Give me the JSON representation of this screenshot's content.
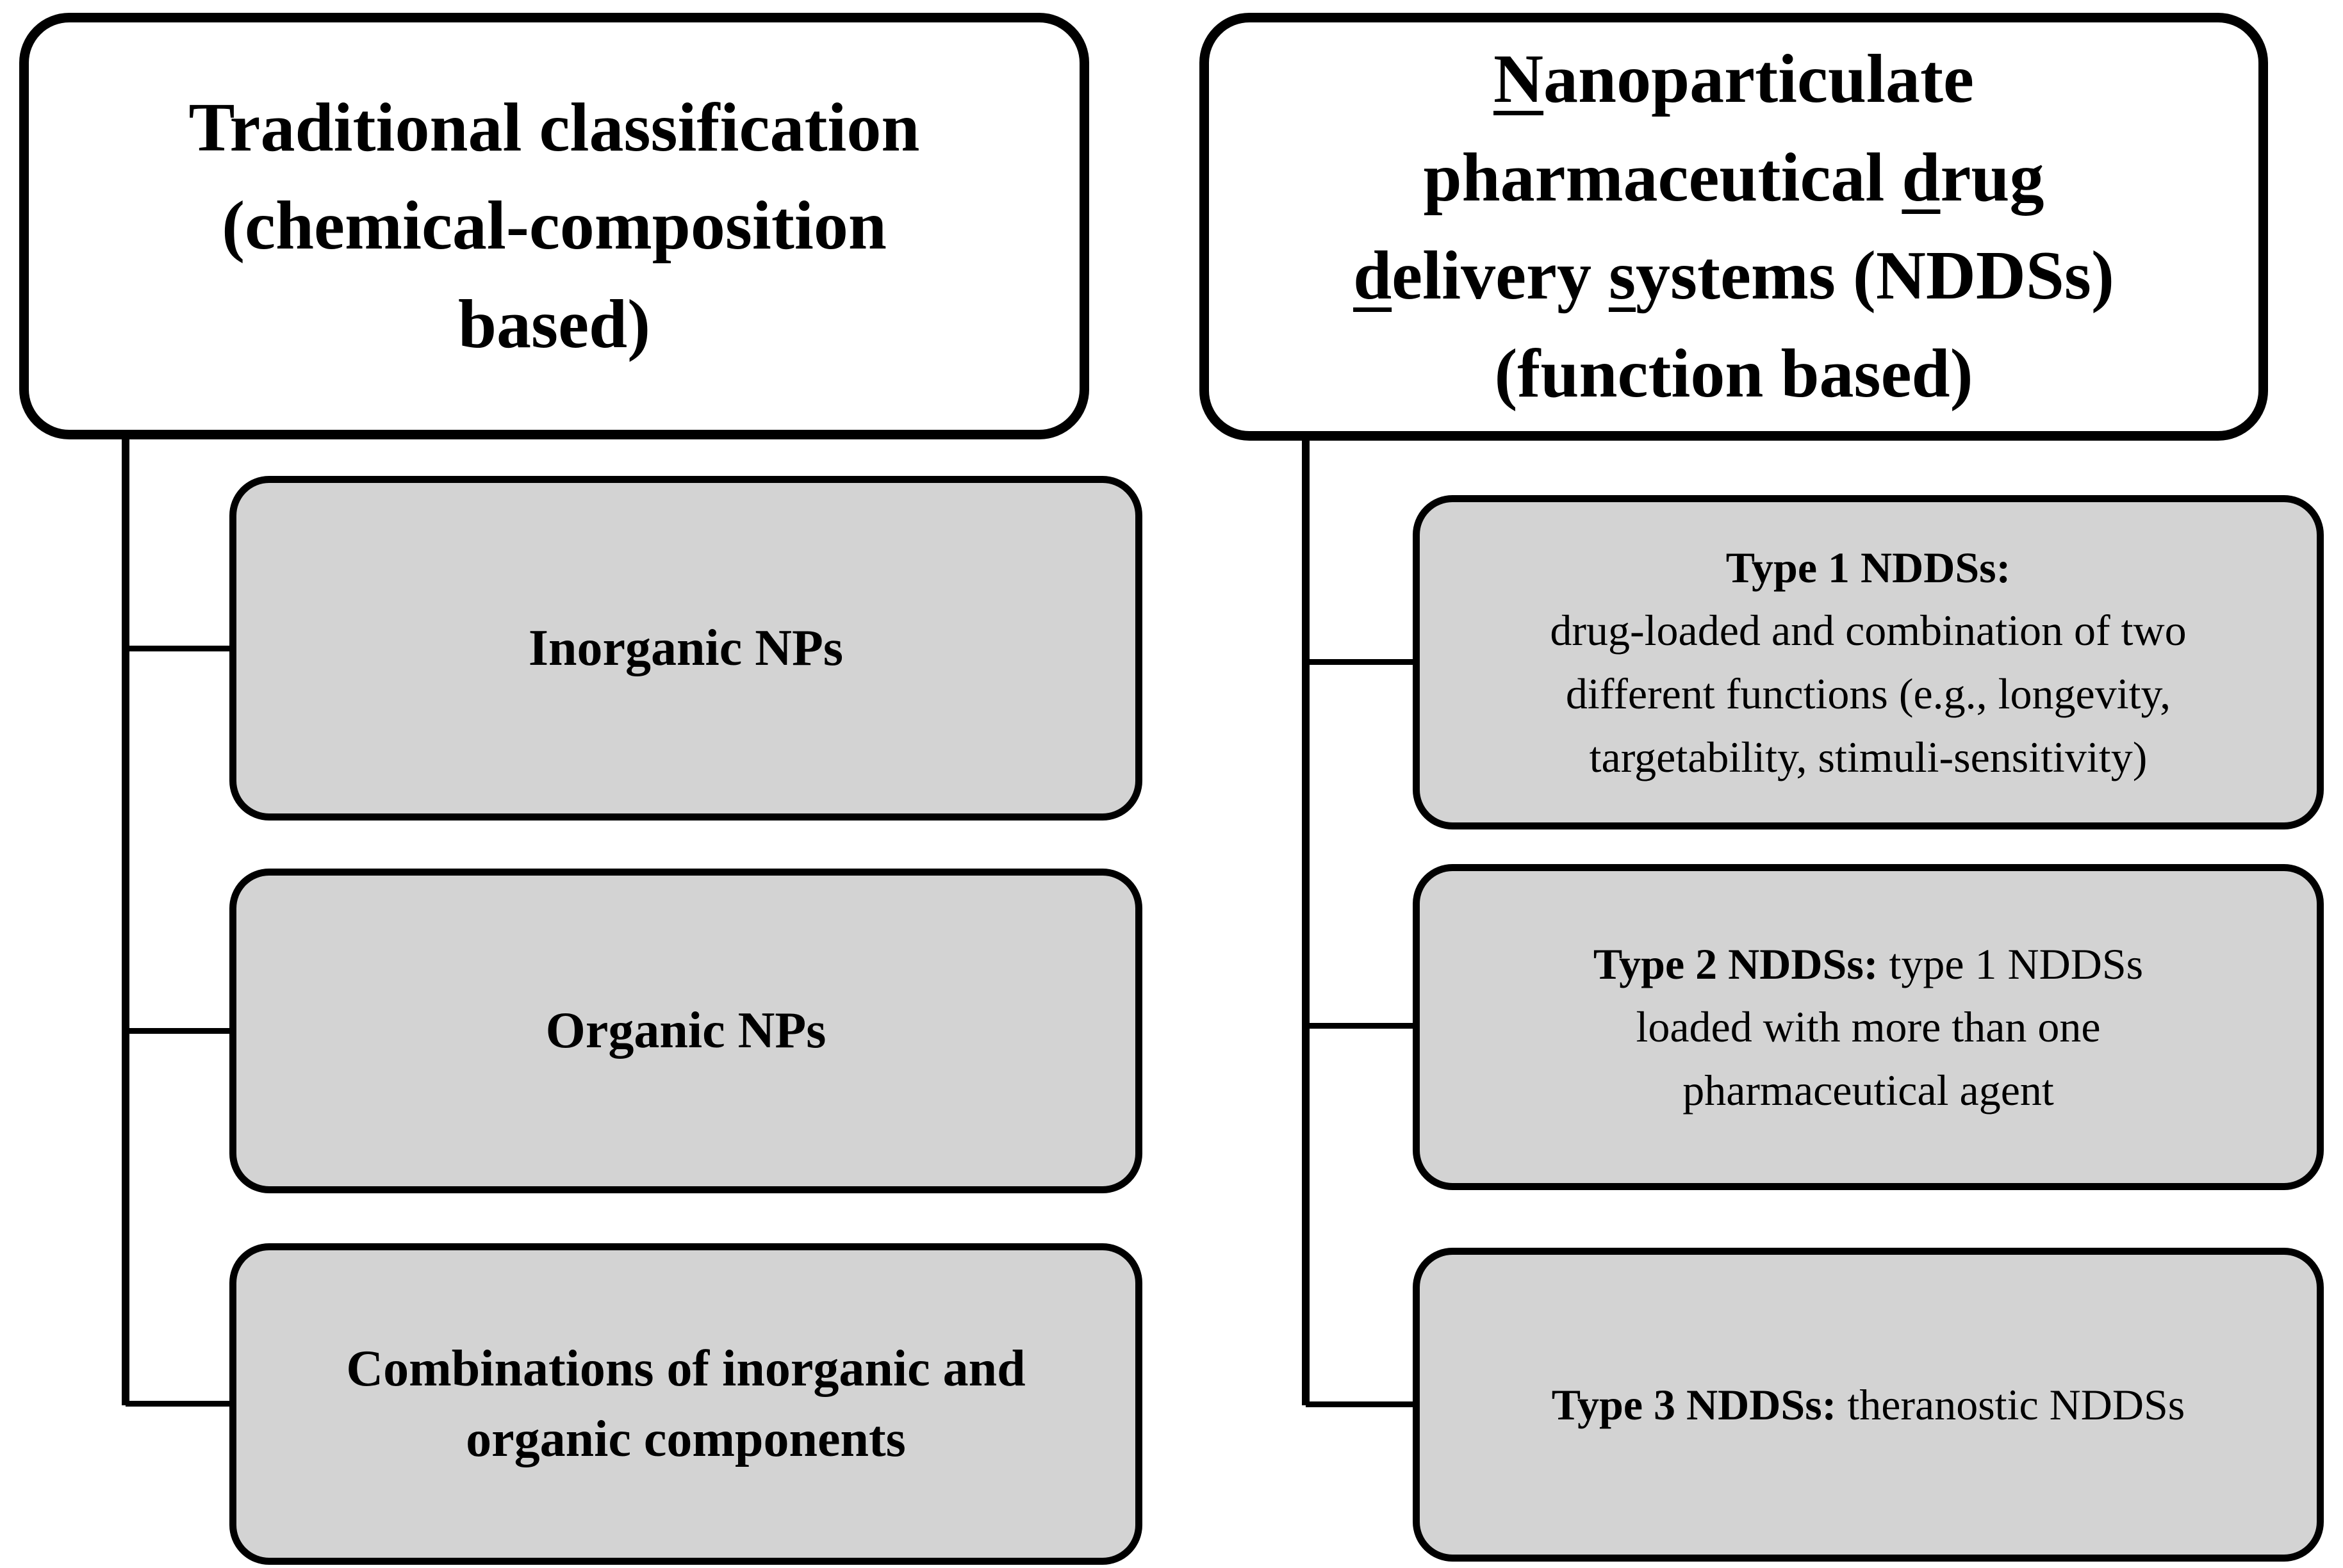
{
  "diagram": {
    "colors": {
      "box_border": "#000000",
      "header_fill": "#ffffff",
      "child_fill": "#d3d3d3",
      "background": "#ffffff",
      "text": "#000000"
    },
    "left_tree": {
      "header": {
        "lines": [
          [
            {
              "t": "Traditional classification"
            }
          ],
          [
            {
              "t": "(chemical-composition"
            }
          ],
          [
            {
              "t": "based)"
            }
          ]
        ]
      },
      "children": [
        {
          "lines": [
            [
              {
                "t": "Inorganic NPs"
              }
            ]
          ]
        },
        {
          "lines": [
            [
              {
                "t": "Organic NPs"
              }
            ]
          ]
        },
        {
          "lines": [
            [
              {
                "t": "Combinations of inorganic and"
              }
            ],
            [
              {
                "t": "organic components"
              }
            ]
          ]
        }
      ]
    },
    "right_tree": {
      "header": {
        "lines": [
          [
            {
              "t": "N",
              "u": true
            },
            {
              "t": "anoparticulate"
            }
          ],
          [
            {
              "t": "pharmaceutical "
            },
            {
              "t": "d",
              "u": true
            },
            {
              "t": "rug"
            }
          ],
          [
            {
              "t": "d",
              "u": true
            },
            {
              "t": "elivery "
            },
            {
              "t": "s",
              "u": true
            },
            {
              "t": "ystems (NDDSs)"
            }
          ],
          [
            {
              "t": "(function based)"
            }
          ]
        ]
      },
      "children": [
        {
          "lines": [
            [
              {
                "t": "Type 1 NDDSs:",
                "b": true
              }
            ],
            [
              {
                "t": "drug-loaded and combination of two"
              }
            ],
            [
              {
                "t": "different functions (e.g., longevity,"
              }
            ],
            [
              {
                "t": "targetability, stimuli-sensitivity)"
              }
            ]
          ]
        },
        {
          "lines": [
            [
              {
                "t": "Type 2 NDDSs:",
                "b": true
              },
              {
                "t": " type 1 NDDSs"
              }
            ],
            [
              {
                "t": "loaded with more than one"
              }
            ],
            [
              {
                "t": "pharmaceutical agent"
              }
            ]
          ]
        },
        {
          "lines": [
            [
              {
                "t": "Type 3 NDDSs:",
                "b": true
              },
              {
                "t": " theranostic NDDSs"
              }
            ]
          ]
        }
      ]
    }
  }
}
